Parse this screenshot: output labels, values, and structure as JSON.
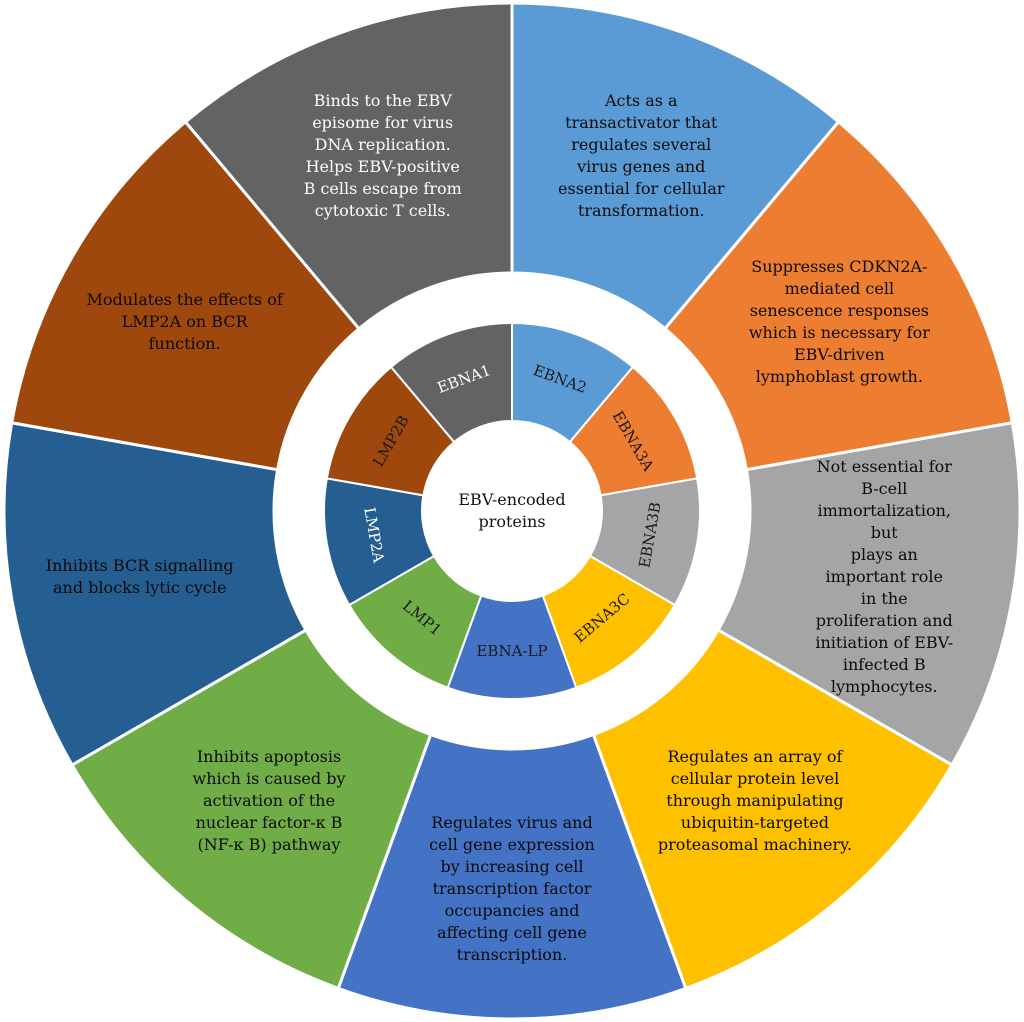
{
  "center": {
    "label_line1": "EBV-encoded",
    "label_line2": "proteins"
  },
  "segments": [
    {
      "id": "ebna2",
      "protein": "EBNA2",
      "color": "#5b9bd5",
      "description": [
        "Acts as a",
        "transactivator that",
        "regulates several",
        "virus genes and",
        "essential for cellular",
        "transformation."
      ]
    },
    {
      "id": "ebna3a",
      "protein": "EBNA3A",
      "color": "#ed7d31",
      "description": [
        "Suppresses CDKN2A-",
        "mediated cell",
        "senescence responses",
        "which is necessary for",
        "EBV-driven",
        "lymphoblast growth."
      ]
    },
    {
      "id": "ebna3b",
      "protein": "EBNA3B",
      "color": "#a5a5a5",
      "description": [
        "Not essential for B-cell",
        "immortalization, but",
        "plays an important role",
        "in the proliferation and",
        "initiation of EBV-",
        "infected B lymphocytes."
      ]
    },
    {
      "id": "ebna3c",
      "protein": "EBNA3C",
      "color": "#ffc000",
      "description": [
        "Regulates an array of",
        "cellular protein level",
        "through manipulating",
        "ubiquitin-targeted",
        "proteasomal machinery."
      ]
    },
    {
      "id": "ebna-lp",
      "protein": "EBNA-LP",
      "color": "#4472c4",
      "description": [
        "Regulates virus and",
        "cell gene expression",
        "by increasing cell",
        "transcription factor",
        "occupancies and",
        "affecting cell gene",
        "transcription."
      ]
    },
    {
      "id": "lmp1",
      "protein": "LMP1",
      "color": "#70ad47",
      "description": [
        "Inhibits apoptosis",
        "which is caused by",
        "activation of the",
        "nuclear factor-κ B",
        "(NF-κ B) pathway"
      ]
    },
    {
      "id": "lmp2a",
      "protein": "LMP2A",
      "color": "#255e91",
      "description": [
        "Inhibits BCR signalling",
        "and blocks lytic cycle"
      ]
    },
    {
      "id": "lmp2b",
      "protein": "LMP2B",
      "color": "#9e480e",
      "description": [
        "Modulates the effects of",
        "LMP2A on BCR",
        "function."
      ]
    },
    {
      "id": "ebna1",
      "protein": "EBNA1",
      "color": "#636363",
      "description": [
        "Binds to the EBV",
        "episome for virus",
        "DNA replication.",
        "Helps EBV-positive",
        "B cells escape from",
        "cytotoxic T cells."
      ]
    }
  ]
}
